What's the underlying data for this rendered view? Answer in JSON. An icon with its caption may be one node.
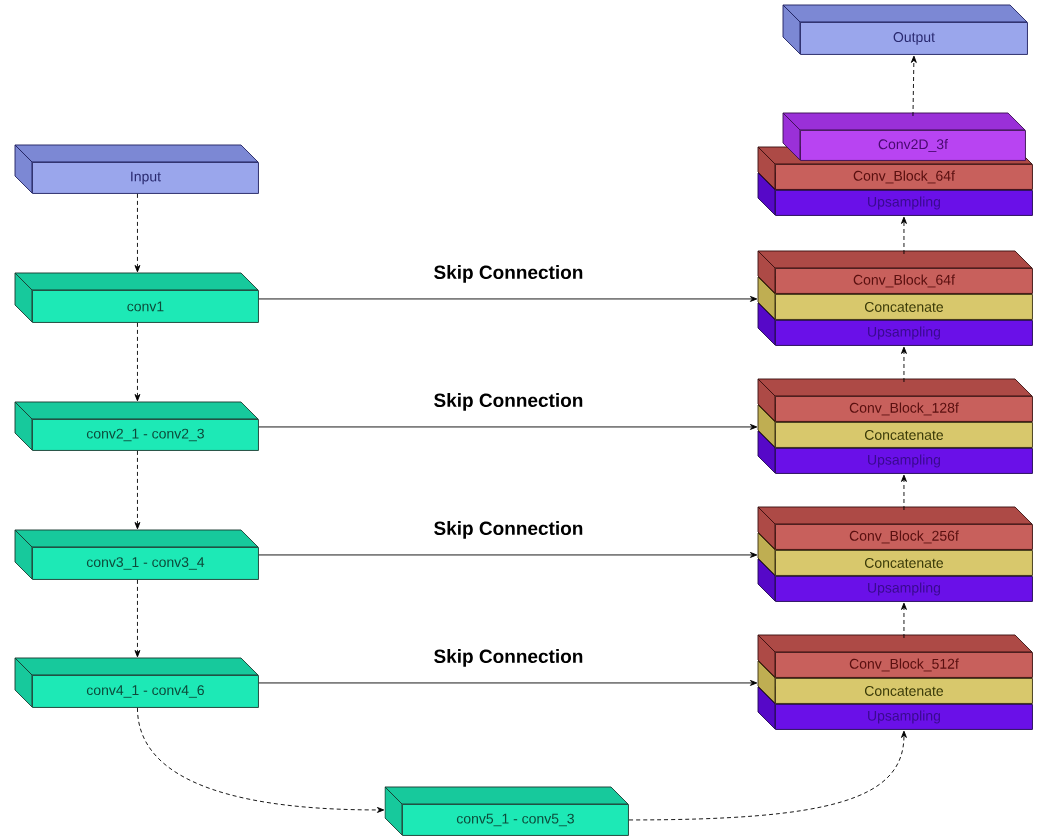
{
  "diagram": {
    "nodes": [
      {
        "text": [
          "Input"
        ]
      },
      {
        "text": [
          "conv1"
        ]
      },
      {
        "text": [
          "conv2_1 - conv2_3"
        ]
      },
      {
        "text": [
          "conv3_1 - conv3_4"
        ]
      },
      {
        "text": [
          "conv4_1 - conv4_6"
        ]
      },
      {
        "text": [
          "conv5_1 - conv5_3"
        ]
      },
      {
        "text": [
          "Output"
        ]
      },
      {
        "text": [
          "Conv2D_3f"
        ]
      },
      {
        "text": [
          "Conv_Block_64f"
        ]
      },
      {
        "text": [
          "Upsampling"
        ]
      },
      {
        "text": [
          "Conv_Block_64f"
        ]
      },
      {
        "text": [
          "Concatenate"
        ]
      },
      {
        "text": [
          "Upsampling"
        ]
      },
      {
        "text": [
          "Conv_Block_128f"
        ]
      },
      {
        "text": [
          "Concatenate"
        ]
      },
      {
        "text": [
          "Upsampling"
        ]
      },
      {
        "text": [
          "Conv_Block_256f"
        ]
      },
      {
        "text": [
          "Concatenate"
        ]
      },
      {
        "text": [
          "Upsampling"
        ]
      },
      {
        "text": [
          "Conv_Block_512f"
        ]
      },
      {
        "text": [
          "Concatenate"
        ]
      },
      {
        "text": [
          "Upsampling"
        ]
      }
    ],
    "edges": [
      {
        "from": 0,
        "to": 1,
        "arrow": "to",
        "style": "dashed"
      },
      {
        "from": 1,
        "to": 2,
        "arrow": "to",
        "style": "dashed"
      },
      {
        "from": 2,
        "to": 3,
        "arrow": "to",
        "style": "dashed"
      },
      {
        "from": 3,
        "to": 4,
        "arrow": "to",
        "style": "dashed"
      },
      {
        "from": 4,
        "to": 5,
        "arrow": "to",
        "style": "dashed"
      },
      {
        "from": 5,
        "to": 21,
        "arrow": "to",
        "style": "dashed"
      },
      {
        "from": 19,
        "to": 18,
        "arrow": "to",
        "style": "dashed"
      },
      {
        "from": 16,
        "to": 15,
        "arrow": "to",
        "style": "dashed"
      },
      {
        "from": 13,
        "to": 12,
        "arrow": "to",
        "style": "dashed"
      },
      {
        "from": 10,
        "to": 9,
        "arrow": "to",
        "style": "dashed"
      },
      {
        "from": 7,
        "to": 6,
        "arrow": "to",
        "style": "dashed"
      },
      {
        "from": 1,
        "to": 11,
        "arrow": "to",
        "label": "Skip  Connection"
      },
      {
        "from": 2,
        "to": 14,
        "arrow": "to",
        "label": "Skip  Connection"
      },
      {
        "from": 3,
        "to": 17,
        "arrow": "to",
        "label": "Skip  Connection"
      },
      {
        "from": 4,
        "to": 20,
        "arrow": "to",
        "label": "Skip  Connection"
      }
    ]
  }
}
